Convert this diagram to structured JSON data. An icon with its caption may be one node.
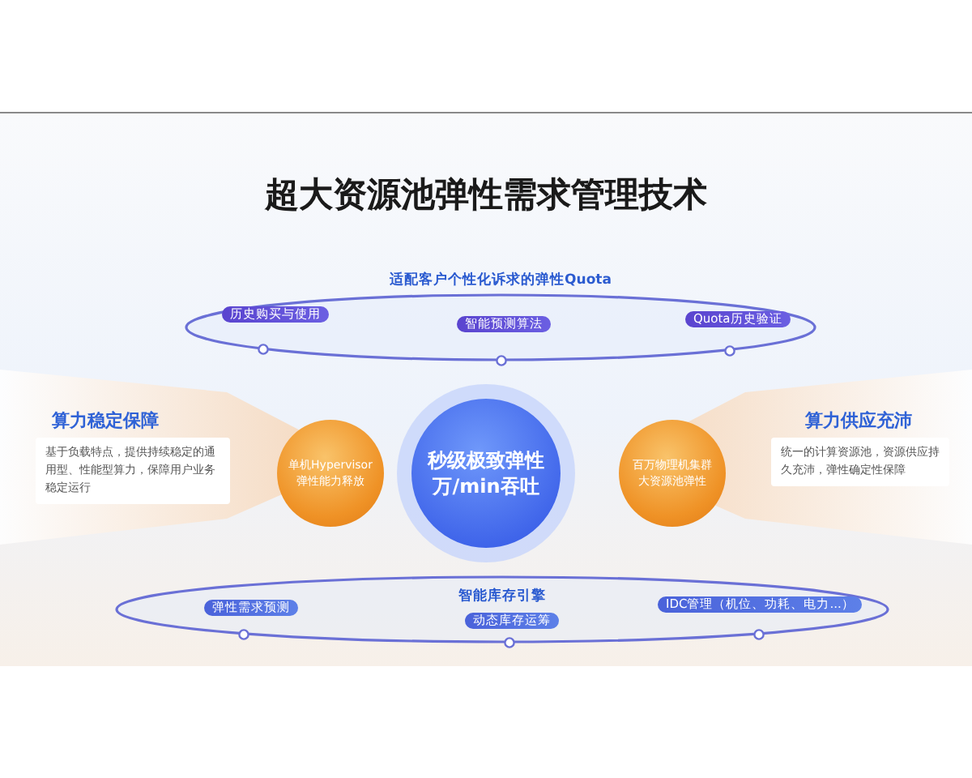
{
  "diagram": {
    "title": "超大资源池弹性需求管理技术",
    "nodes": [
      {
        "text": [
          "适配客户个性化诉求的弹性Quota"
        ]
      },
      {
        "text": [
          "历史购买与使用"
        ],
        "in": 0
      },
      {
        "text": [
          "智能预测算法"
        ],
        "in": 0
      },
      {
        "text": [
          "Quota历史验证"
        ],
        "in": 0
      },
      {
        "text": [
          "算力稳定保障",
          "基于负载特点，提供持续稳定的通用型、性能型算力，保障用户业务稳定运行"
        ]
      },
      {
        "text": [
          "单机Hypervisor弹性能力释放"
        ]
      },
      {
        "text": [
          "秒级极致弹性",
          "万/min吞吐"
        ]
      },
      {
        "text": [
          "百万物理机集群大资源池弹性"
        ]
      },
      {
        "text": [
          "算力供应充沛",
          "统一的计算资源池，资源供应持久充沛，弹性确定性保障"
        ]
      },
      {
        "text": [
          "智能库存引擎"
        ]
      },
      {
        "text": [
          "弹性需求预测"
        ],
        "in": 9
      },
      {
        "text": [
          "动态库存运筹"
        ],
        "in": 9
      },
      {
        "text": [
          "IDC管理（机位、功耗、电力...）"
        ],
        "in": 9
      }
    ]
  }
}
